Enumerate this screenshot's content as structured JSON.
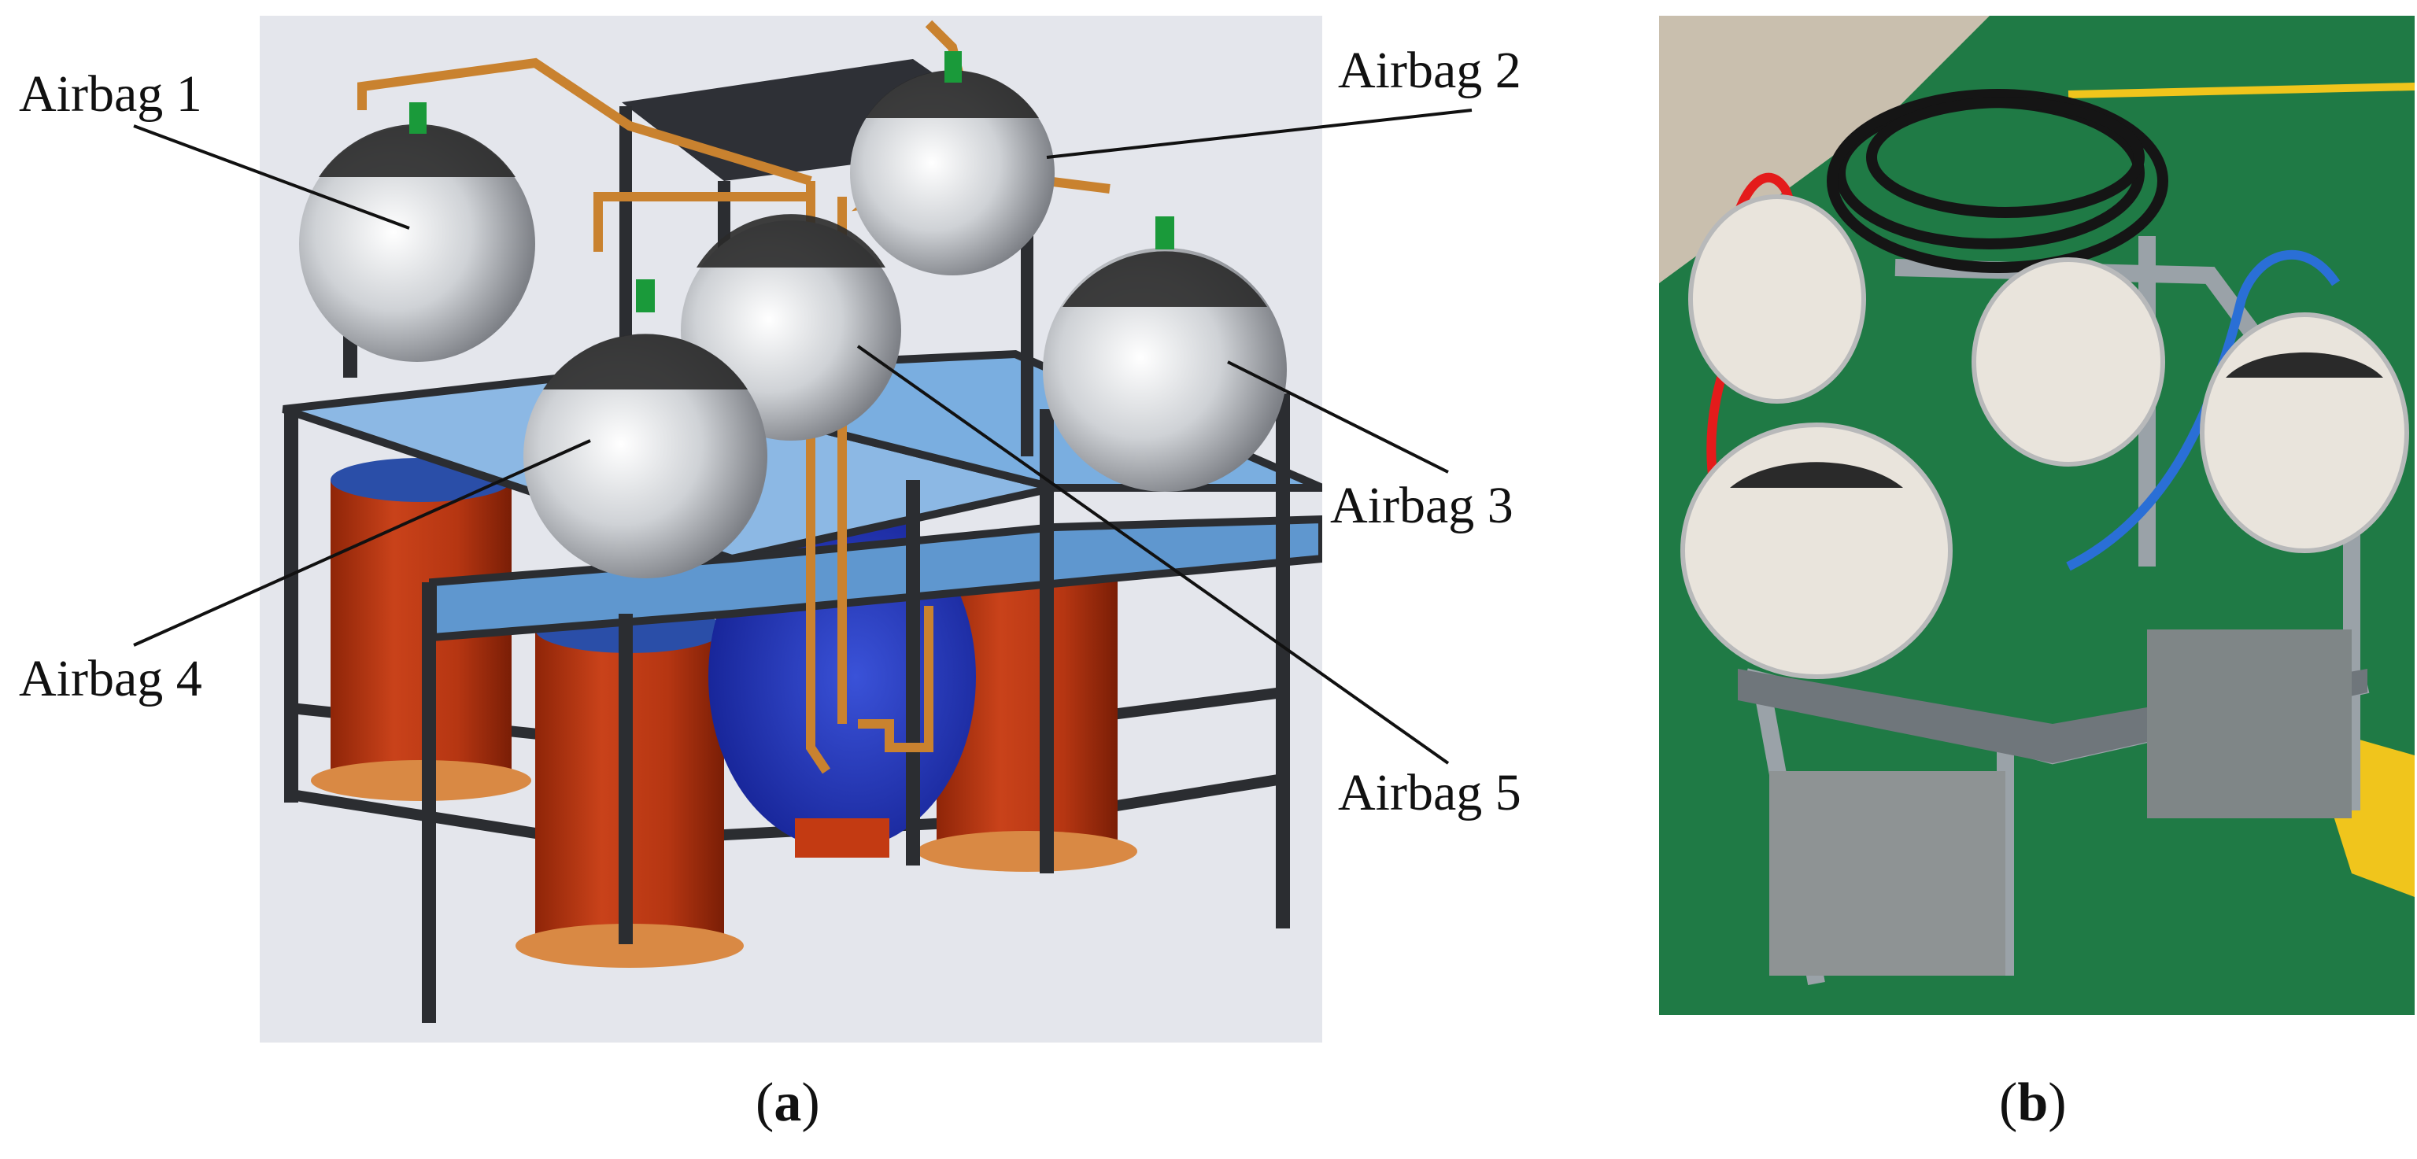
{
  "figure": {
    "panel_a": {
      "labels": [
        "Airbag 1",
        "Airbag 2",
        "Airbag 3",
        "Airbag 4",
        "Airbag 5"
      ],
      "caption_letter": "a"
    },
    "panel_b": {
      "caption_letter": "b"
    }
  },
  "colors": {
    "cad_background": "#e6e8ee",
    "frame": "#2b2d31",
    "platform": "#6fa6da",
    "tank": "#c33a12",
    "tank_base": "#d98944",
    "blue_vessel": "#2438b8",
    "pipe": "#c9822f",
    "sphere": "#c8cbd0",
    "sphere_cap": "#2a2a2a",
    "valve": "#1a9a3a",
    "photo_floor": "#1f7a45",
    "photo_yellow": "#f0c51c",
    "photo_tube_red": "#e41b1b",
    "photo_tube_blue": "#2a6fd6",
    "photo_cable": "#151515",
    "photo_frame": "#9aa2a8",
    "photo_balloon": "#e9e4dc"
  }
}
